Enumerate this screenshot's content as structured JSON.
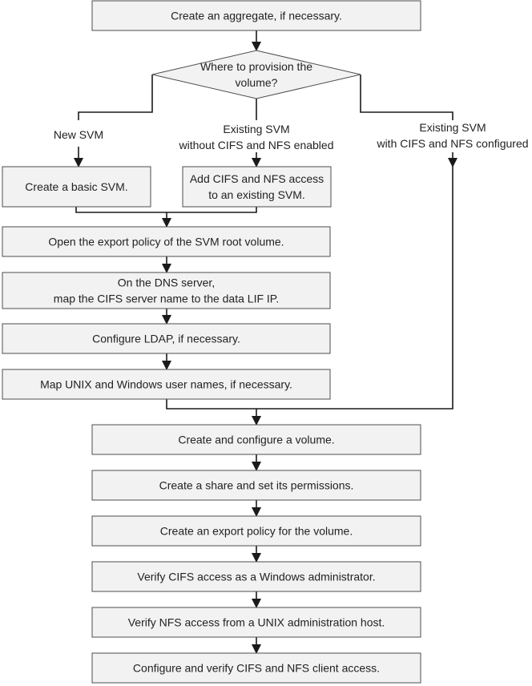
{
  "steps": {
    "create_aggregate": [
      "Create an aggregate, if necessary."
    ],
    "decision": [
      "Where to provision the",
      "volume?"
    ],
    "create_basic_svm": [
      "Create a basic SVM."
    ],
    "add_access": [
      "Add CIFS and NFS access",
      "to an existing SVM."
    ],
    "open_export_policy": [
      "Open the export policy of the SVM root volume."
    ],
    "dns_map": [
      "On the DNS server,",
      "map the CIFS server name to the data LIF IP."
    ],
    "configure_ldap": [
      "Configure LDAP, if necessary."
    ],
    "map_user_names": [
      "Map UNIX and Windows user names, if necessary."
    ],
    "create_volume": [
      "Create and configure a volume."
    ],
    "create_share": [
      "Create a share and set its permissions."
    ],
    "create_export_policy": [
      "Create an export policy for the volume."
    ],
    "verify_cifs": [
      "Verify CIFS access as a Windows administrator."
    ],
    "verify_nfs": [
      "Verify NFS access from a UNIX administration host."
    ],
    "configure_client": [
      "Configure and verify CIFS and NFS client access."
    ]
  },
  "branches": {
    "new_svm": [
      "New SVM"
    ],
    "existing_without": [
      "Existing SVM",
      "without CIFS and NFS enabled"
    ],
    "existing_with": [
      "Existing SVM",
      "with CIFS and NFS configured"
    ]
  }
}
